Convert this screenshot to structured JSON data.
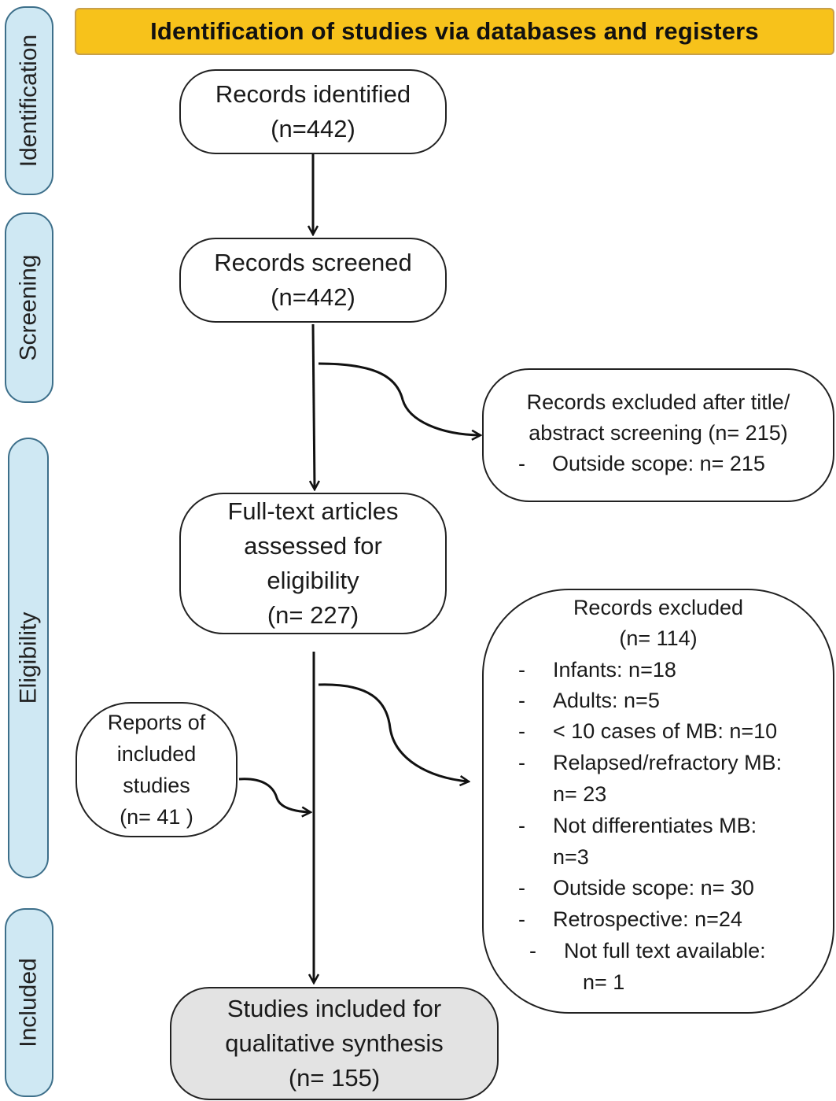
{
  "banner": {
    "title": "Identification of studies via databases and registers"
  },
  "phases": {
    "identification": "Identification",
    "screening": "Screening",
    "eligibility": "Eligibility",
    "included": "Included"
  },
  "boxes": {
    "identified": {
      "line1": "Records identified",
      "line2": "(n=442)"
    },
    "screened": {
      "line1": "Records screened",
      "line2": "(n=442)"
    },
    "fulltext": {
      "line1": "Full-text articles",
      "line2": "assessed for",
      "line3": "eligibility",
      "line4": "(n= 227)"
    },
    "included": {
      "line1": "Studies included for",
      "line2": "qualitative synthesis",
      "line3": "(n= 155)"
    }
  },
  "excluded_title_abstract": {
    "line1": "Records excluded after title/",
    "line2": "abstract screening (n= 215)",
    "item": "Outside scope: n= 215"
  },
  "excluded_fulltext": {
    "title": "Records excluded",
    "count": "(n= 114)",
    "items": {
      "infants": "Infants: n=18",
      "adults": "Adults: n=5",
      "few_cases": "< 10 cases of MB: n=10",
      "relapsed_a": "Relapsed/refractory MB:",
      "relapsed_b": "n= 23",
      "notdiff_a": "Not differentiates MB:",
      "notdiff_b": "n=3",
      "outside": "Outside scope: n= 30",
      "retro": "Retrospective: n=24",
      "notfull_a": "Not full text available:",
      "notfull_b": "n= 1"
    }
  },
  "reports_included": {
    "line1": "Reports of",
    "line2": "included",
    "line3": "studies",
    "line4": "(n= 41 )"
  },
  "colors": {
    "banner": "#f7c21b",
    "phase_fill": "#cfe8f3",
    "phase_border": "#3d6f8a",
    "final_box": "#e3e3e3"
  }
}
